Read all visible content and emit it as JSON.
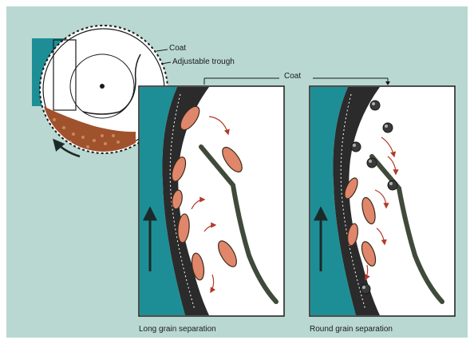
{
  "labels": {
    "coat_drum": "Coat",
    "adjustable_trough": "Adjustable trough",
    "coat_top": "Coat",
    "long_caption": "Long grain separation",
    "round_caption": "Round grain separation"
  },
  "colors": {
    "background": "#b9d8d2",
    "teal": "#1e8e96",
    "grain": "#e0866a",
    "grain_outline": "#3a2a1a",
    "dark": "#2b2b2b",
    "trough": "#3f4a3a",
    "brown_mass": "#a0522d"
  },
  "icons": {
    "rotation_arrow": "curved-arrow-icon",
    "flow_arrow": "red-curved-arrow-icon"
  }
}
